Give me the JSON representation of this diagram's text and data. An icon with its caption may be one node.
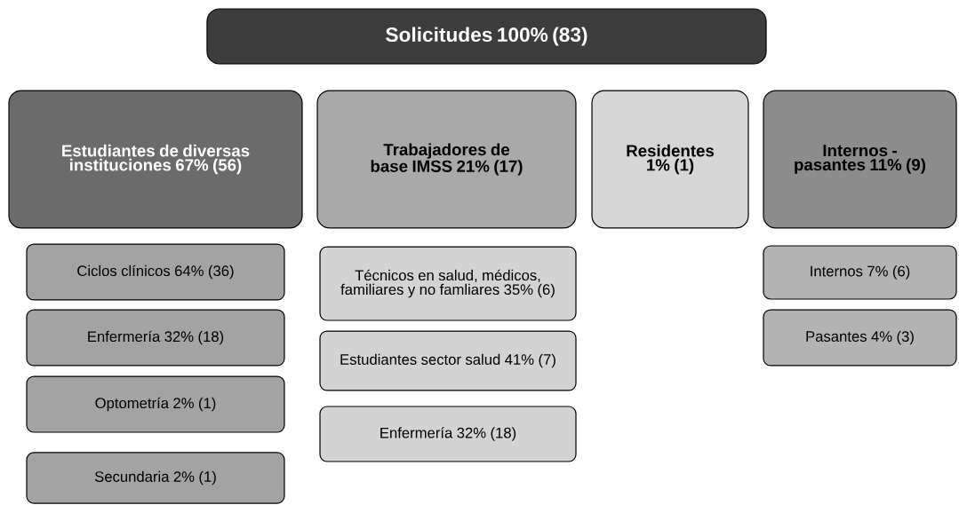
{
  "diagram": {
    "nodes": [
      {
        "text": [
          "Solicitudes 100% (83)"
        ]
      },
      {
        "text": [
          "Estudiantes de diversas instituciones 67% (56)"
        ]
      },
      {
        "text": [
          "Trabajadores de base IMSS 21% (17)"
        ]
      },
      {
        "text": [
          "Residentes 1% (1)"
        ]
      },
      {
        "text": [
          "Internos - pasantes 11% (9)"
        ]
      },
      {
        "text": [
          "Ciclos clínicos 64% (36)"
        ]
      },
      {
        "text": [
          "Enfermería 32% (18)"
        ]
      },
      {
        "text": [
          "Optometría 2% (1)"
        ]
      },
      {
        "text": [
          "Secundaria 2% (1)"
        ]
      },
      {
        "text": [
          "Técnicos en salud, médicos, familiares y no famliares 35% (6)"
        ]
      },
      {
        "text": [
          "Estudiantes sector salud 41% (7)"
        ]
      },
      {
        "text": [
          "Enfermería 32% (18)"
        ]
      },
      {
        "text": [
          "Internos 7% (6)"
        ]
      },
      {
        "text": [
          "Pasantes 4% (3)"
        ]
      }
    ],
    "edges": []
  }
}
